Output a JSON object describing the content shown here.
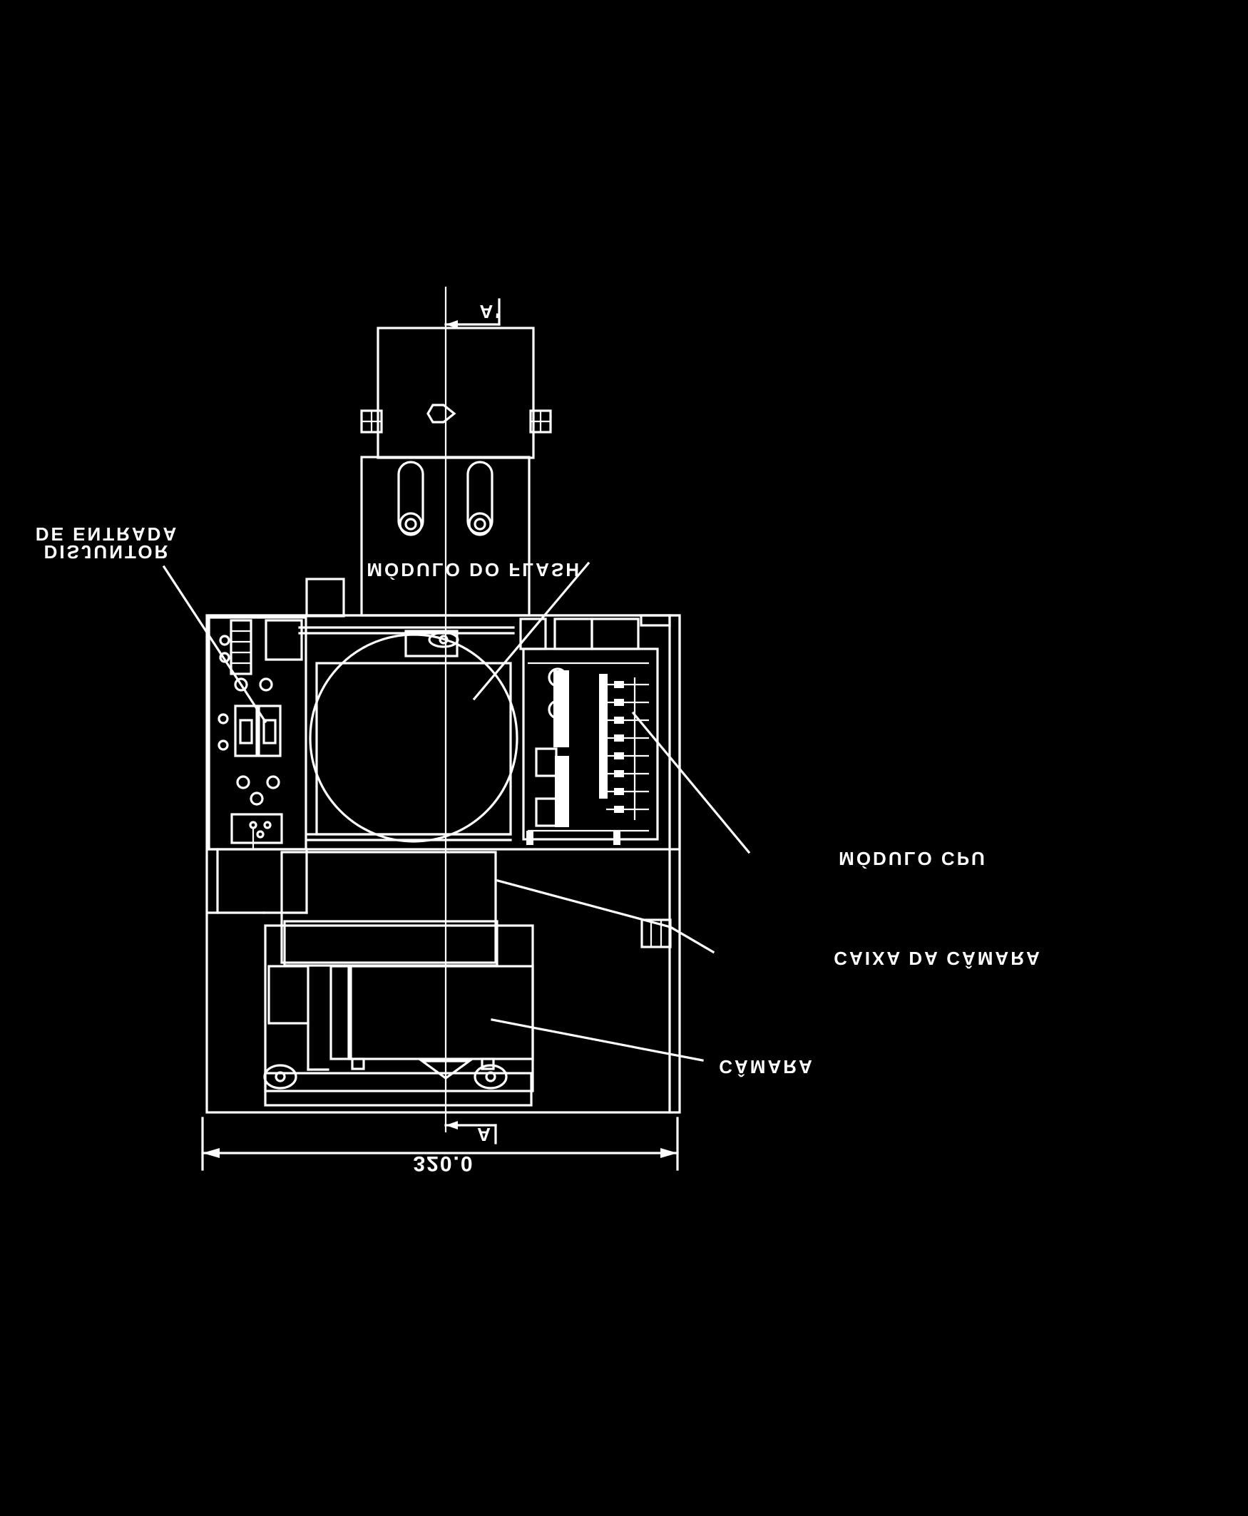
{
  "labels": {
    "disjuntor_line1": "DISJUNTOR",
    "disjuntor_line2": "DE ENTRADA",
    "modulo_flash": "MÓDULO DO FLASH",
    "modulo_cpu": "MÓDULO CPU",
    "caixa_camara": "CAIXA DA CÂMARA",
    "camara": "CÂMARA",
    "section_top": "A'",
    "section_bottom": "A",
    "width_dimension": "320.0"
  },
  "colors": {
    "background": "#000000",
    "lines": "#ffffff"
  }
}
